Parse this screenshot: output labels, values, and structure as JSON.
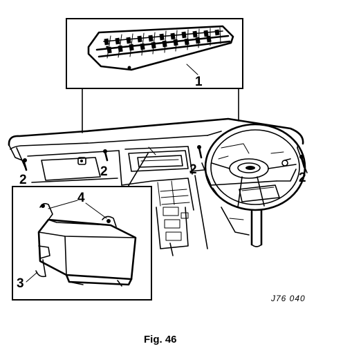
{
  "callouts": {
    "vent_grille": "1",
    "clip_left": "2",
    "clip_center_left": "2",
    "clip_center_right": "2",
    "clip_right": "2",
    "glovebox_fixings": "3",
    "glovebox_hinge_screws": "4"
  },
  "reference_code": "J76 040",
  "caption": "Fig. 46"
}
